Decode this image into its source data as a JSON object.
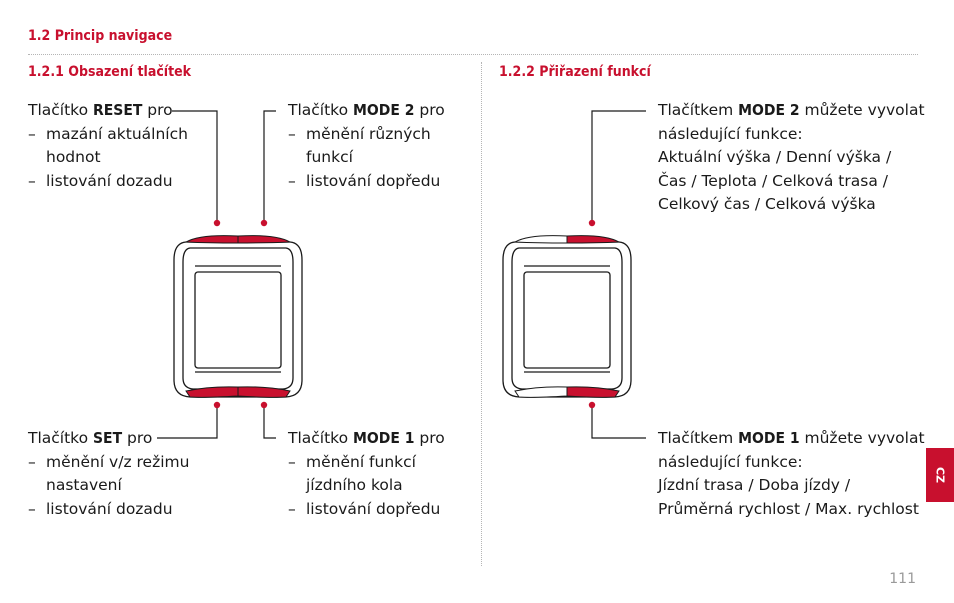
{
  "section": {
    "title": "1.2 Princip navigace"
  },
  "left": {
    "title": "1.2.1 Obsazení tlačítek",
    "reset": {
      "prefix": "Tlačítko ",
      "name": "RESET",
      "suffix": " pro",
      "items": [
        "mazání aktuálních hodnot",
        "listování dozadu"
      ],
      "lines": [
        [
          "mazání aktuálních",
          "hodnot"
        ],
        [
          "listování dozadu"
        ]
      ]
    },
    "mode2": {
      "prefix": "Tlačítko ",
      "name": "MODE 2",
      "suffix": " pro",
      "lines": [
        [
          "měnění různých",
          "funkcí"
        ],
        [
          "listování dopředu"
        ]
      ]
    },
    "set": {
      "prefix": "Tlačítko ",
      "name": "SET",
      "suffix": " pro",
      "lines": [
        [
          "měnění v/z režimu",
          "nastavení"
        ],
        [
          "listování dozadu"
        ]
      ]
    },
    "mode1": {
      "prefix": "Tlačítko ",
      "name": "MODE 1",
      "suffix": " pro",
      "lines": [
        [
          "měnění funkcí",
          "jízdního kola"
        ],
        [
          "listování dopředu"
        ]
      ]
    }
  },
  "right": {
    "title": "1.2.2 Přiřazení funkcí",
    "mode2": {
      "prefix": "Tlačítkem ",
      "name": "MODE 2",
      "suffix": " můžete vyvolat",
      "line2": "následující funkce:",
      "line3": "Aktuální výška / Denní výška /",
      "line4": "Čas / Teplota / Celková trasa /",
      "line5": "Celkový čas / Celková výška"
    },
    "mode1": {
      "prefix": "Tlačítkem ",
      "name": "MODE 1",
      "suffix": " můžete vyvolat",
      "line2": "následující funkce:",
      "line3": "Jízdní trasa / Doba jízdy /",
      "line4": "Průměrná rychlost / Max. rychlost"
    }
  },
  "tab": {
    "label": "CZ"
  },
  "page": {
    "number": "111"
  },
  "colors": {
    "accent": "#c8102e",
    "rule": "#b5b5b5",
    "text": "#1a1a1a",
    "pagenum": "#9a9a9a"
  }
}
